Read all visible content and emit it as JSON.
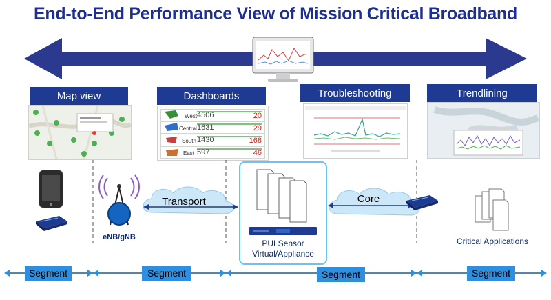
{
  "title": "End-to-End Performance View of Mission Critical Broadband",
  "panels": [
    {
      "label": "Map view"
    },
    {
      "label": "Dashboards"
    },
    {
      "label": "Troubleshooting"
    },
    {
      "label": "Trendlining"
    }
  ],
  "dashboard_rows": [
    {
      "region": "West",
      "value": "4506",
      "alerts": "20"
    },
    {
      "region": "Central",
      "value": "1631",
      "alerts": "29"
    },
    {
      "region": "South",
      "value": "1430",
      "alerts": "168"
    },
    {
      "region": "East",
      "value": "597",
      "alerts": "46"
    }
  ],
  "network": {
    "enb_label": "eNB/gNB",
    "transport_label": "Transport",
    "core_label": "Core",
    "sensor_label_line1": "PULSensor",
    "sensor_label_line2": "Virtual/Appliance",
    "apps_label": "Critical Applications"
  },
  "segments": [
    "Segment",
    "Segment",
    "Segment",
    "Segment"
  ],
  "colors": {
    "title": "#1f2f8f",
    "banner": "#1f3a93",
    "arrow": "#2b3a8f",
    "segment": "#2e8fe0",
    "sensor_border": "#6cc3f0"
  }
}
